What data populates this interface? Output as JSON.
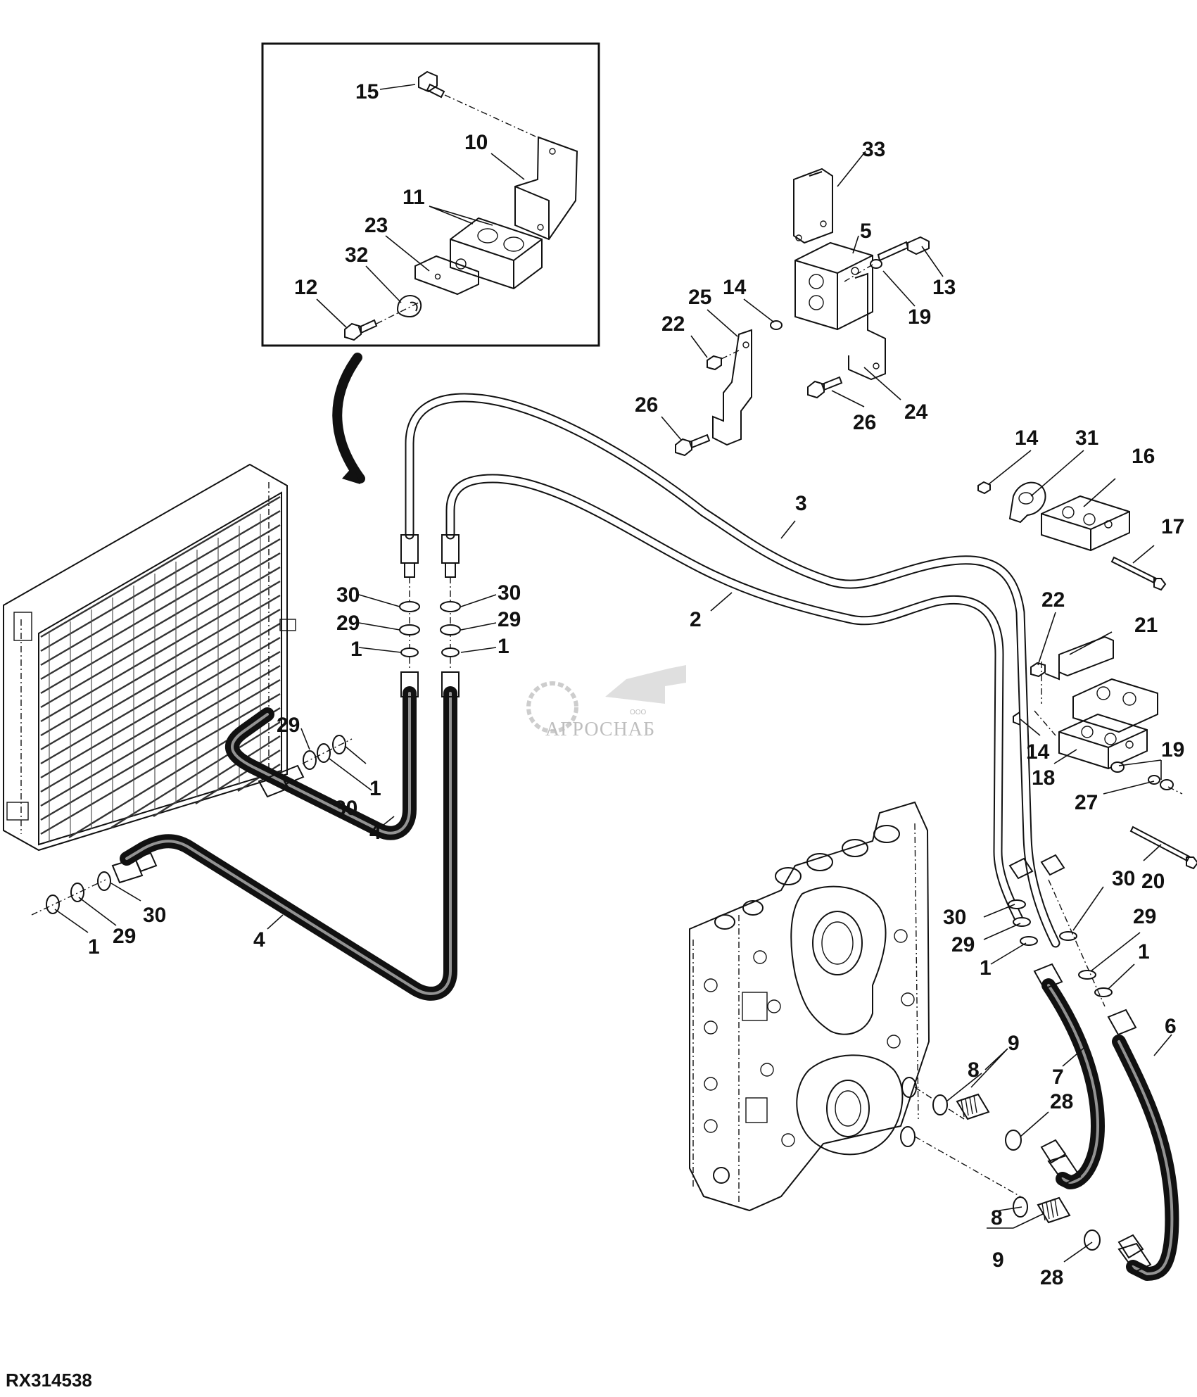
{
  "figure_id": "RX314538",
  "watermark": {
    "small": "ООО",
    "name": "АГРОСНАБ"
  },
  "callouts": {
    "c15": "15",
    "c10": "10",
    "c11": "11",
    "c23": "23",
    "c32": "32",
    "c12": "12",
    "c33": "33",
    "c5": "5",
    "c13": "13",
    "c19a": "19",
    "c14a": "14",
    "c25": "25",
    "c22a": "22",
    "c26a": "26",
    "c26b": "26",
    "c24": "24",
    "c14b": "14",
    "c31": "31",
    "c16": "16",
    "c17": "17",
    "c3": "3",
    "c2": "2",
    "c30a": "30",
    "c29a": "29",
    "c1a": "1",
    "c30b": "30",
    "c29b": "29",
    "c1b": "1",
    "c29c": "29",
    "c1c": "1",
    "c30c": "30",
    "c30d": "30",
    "c29d": "29",
    "c1d": "1",
    "c4a": "4",
    "c4b": "4",
    "c22b": "22",
    "c21": "21",
    "c14c": "14",
    "c19b": "19",
    "c18": "18",
    "c27": "27",
    "c20": "20",
    "c30e": "30",
    "c29e": "29",
    "c1e": "1",
    "c30f": "30",
    "c29f": "29",
    "c1f": "1",
    "c9a": "9",
    "c8a": "8",
    "c7": "7",
    "c6": "6",
    "c28a": "28",
    "c8b": "8",
    "c9b": "9",
    "c28b": "28"
  }
}
